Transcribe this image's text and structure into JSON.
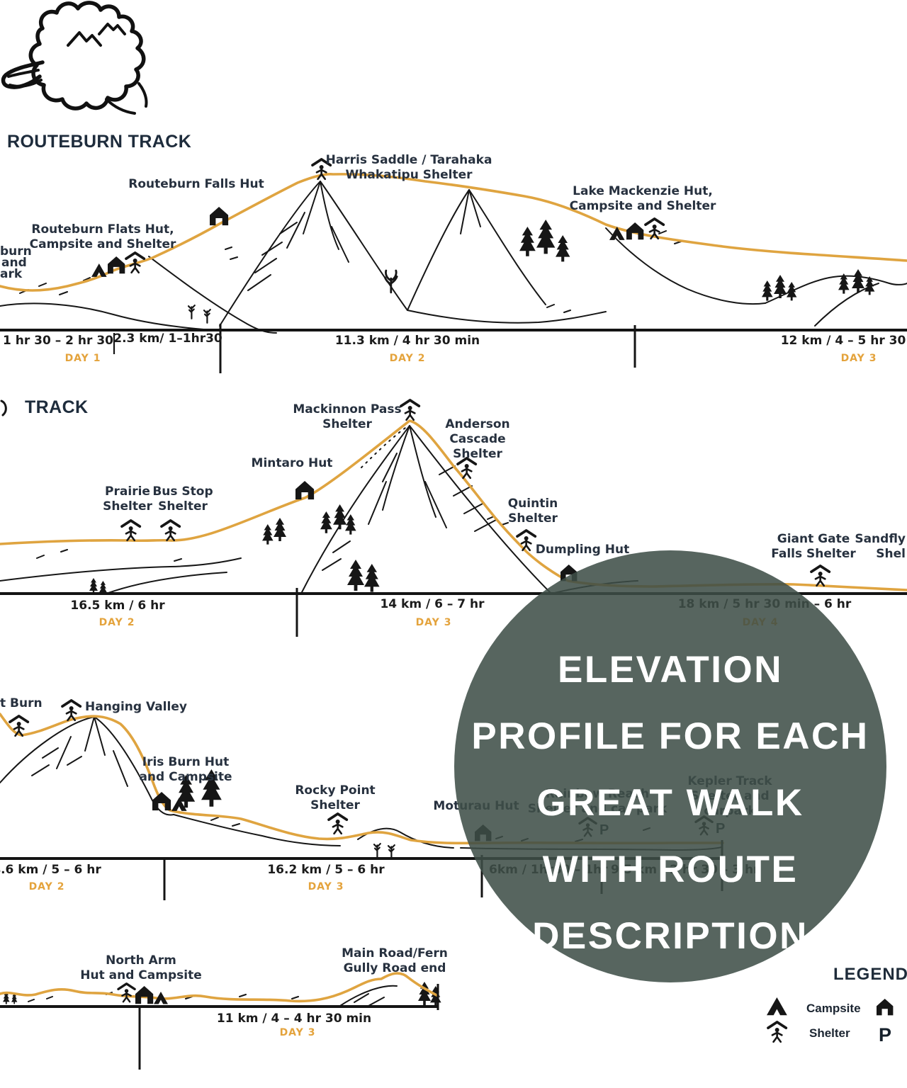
{
  "colors": {
    "route_line": "#DFA440",
    "ink": "#161616",
    "label_text": "#27313f",
    "day_text": "#E4A33C",
    "title_text": "#1e2c3c",
    "overlay_circle": "#3E4E47",
    "overlay_text": "#ffffff"
  },
  "icons": {
    "parking": "P"
  },
  "tracks": [
    {
      "title": "ROUTEBURN TRACK",
      "left_edge_lines": [
        "burn",
        "and",
        "ark"
      ],
      "stations": [
        {
          "lines": [
            "Routeburn Flats Hut,",
            "Campsite and Shelter"
          ]
        },
        {
          "lines": [
            "Routeburn Falls Hut"
          ]
        },
        {
          "lines": [
            "Harris Saddle / Tarahaka",
            "Whakatipu Shelter"
          ]
        },
        {
          "lines": [
            "Lake Mackenzie Hut,",
            "Campsite and Shelter"
          ]
        }
      ],
      "segments": [
        {
          "distance": "1 hr 30 – 2 hr 30",
          "day": "DAY 1"
        },
        {
          "distance": "2.3 km/ 1–1hr30",
          "day": ""
        },
        {
          "distance": "11.3 km / 4 hr 30 min",
          "day": "DAY 2"
        },
        {
          "distance": "12 km / 4 – 5 hr 30",
          "day": "DAY 3"
        }
      ]
    },
    {
      "title": "TRACK",
      "stations": [
        {
          "lines": [
            "Prairie",
            "Shelter"
          ]
        },
        {
          "lines": [
            "Bus Stop",
            "Shelter"
          ]
        },
        {
          "lines": [
            "Mintaro Hut"
          ]
        },
        {
          "lines": [
            "Mackinnon Pass",
            "Shelter"
          ]
        },
        {
          "lines": [
            "Anderson",
            "Cascade",
            "Shelter"
          ]
        },
        {
          "lines": [
            "Quintin",
            "Shelter"
          ]
        },
        {
          "lines": [
            "Dumpling Hut"
          ]
        },
        {
          "lines": [
            "Giant Gate",
            "Falls Shelter"
          ]
        },
        {
          "lines": [
            "Sandfly",
            "Shel"
          ]
        }
      ],
      "segments": [
        {
          "distance": "16.5 km / 6 hr",
          "day": "DAY 2"
        },
        {
          "distance": "14 km / 6 – 7 hr",
          "day": "DAY 3"
        },
        {
          "distance": "18 km / 5 hr 30 min – 6 hr",
          "day": "DAY 4"
        }
      ]
    },
    {
      "title": "",
      "stations": [
        {
          "lines": [
            "t Burn"
          ]
        },
        {
          "lines": [
            "Hanging Valley"
          ]
        },
        {
          "lines": [
            "Iris Burn Hut",
            "and Campsite"
          ]
        },
        {
          "lines": [
            "Rocky Point",
            "Shelter"
          ]
        },
        {
          "lines": [
            "Moturau Hut"
          ]
        },
        {
          "lines": [
            "Rainbow Reach",
            "Shelter and car park"
          ]
        },
        {
          "lines": [
            "Kepler Track",
            "Shelter and",
            "carpark"
          ]
        }
      ],
      "segments": [
        {
          "distance": "4.6 km / 5 – 6 hr",
          "day": "DAY 2"
        },
        {
          "distance": "16.2 km / 5 – 6 hr",
          "day": "DAY 3"
        },
        {
          "distance": "6km / 1hr30 – 1hr",
          "day": ""
        },
        {
          "distance": "9.5 km / 2 hr 30 – 3 hr",
          "day": ""
        }
      ]
    },
    {
      "title": "",
      "stations": [
        {
          "lines": [
            "North Arm",
            "Hut and Campsite"
          ]
        },
        {
          "lines": [
            "Main Road/Fern",
            "Gully Road end"
          ]
        }
      ],
      "segments": [
        {
          "distance": "11 km / 4 – 4 hr 30 min",
          "day": "DAY 3"
        }
      ]
    }
  ],
  "overlay": {
    "lines": [
      "ELEVATION",
      "PROFILE FOR EACH",
      "GREAT WALK",
      "WITH ROUTE",
      "DESCRIPTION"
    ]
  },
  "legend": {
    "title": "LEGEND",
    "campsite_label": "Campsite",
    "shelter_label": "Shelter"
  }
}
